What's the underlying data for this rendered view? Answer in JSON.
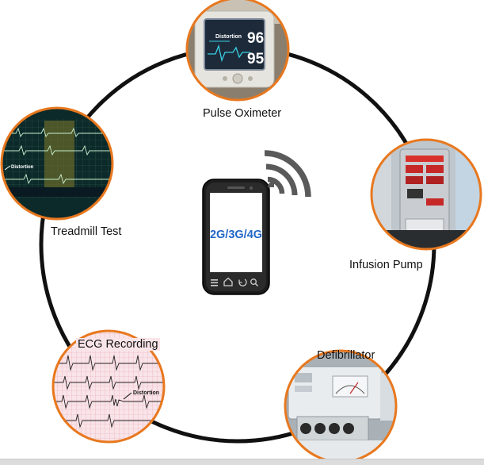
{
  "diagram": {
    "phone": {
      "network_label": "2G/3G/4G"
    },
    "devices": {
      "pulse_oximeter": {
        "label": "Pulse Oximeter",
        "spo2": "96",
        "pulse": "95",
        "annotation": "Distortion"
      },
      "treadmill_test": {
        "label": "Treadmill Test",
        "annotation": "Distortion"
      },
      "infusion_pump": {
        "label": "Infusion Pump"
      },
      "ecg_recording": {
        "label": "ECG Recording",
        "annotation": "Distortion"
      },
      "defibrillator": {
        "label": "Defibrillator"
      }
    }
  },
  "colors": {
    "ring": "#111111",
    "node_border": "#e8781e",
    "network_text": "#1f66c8",
    "signal_arcs": "#5a5a5a"
  }
}
